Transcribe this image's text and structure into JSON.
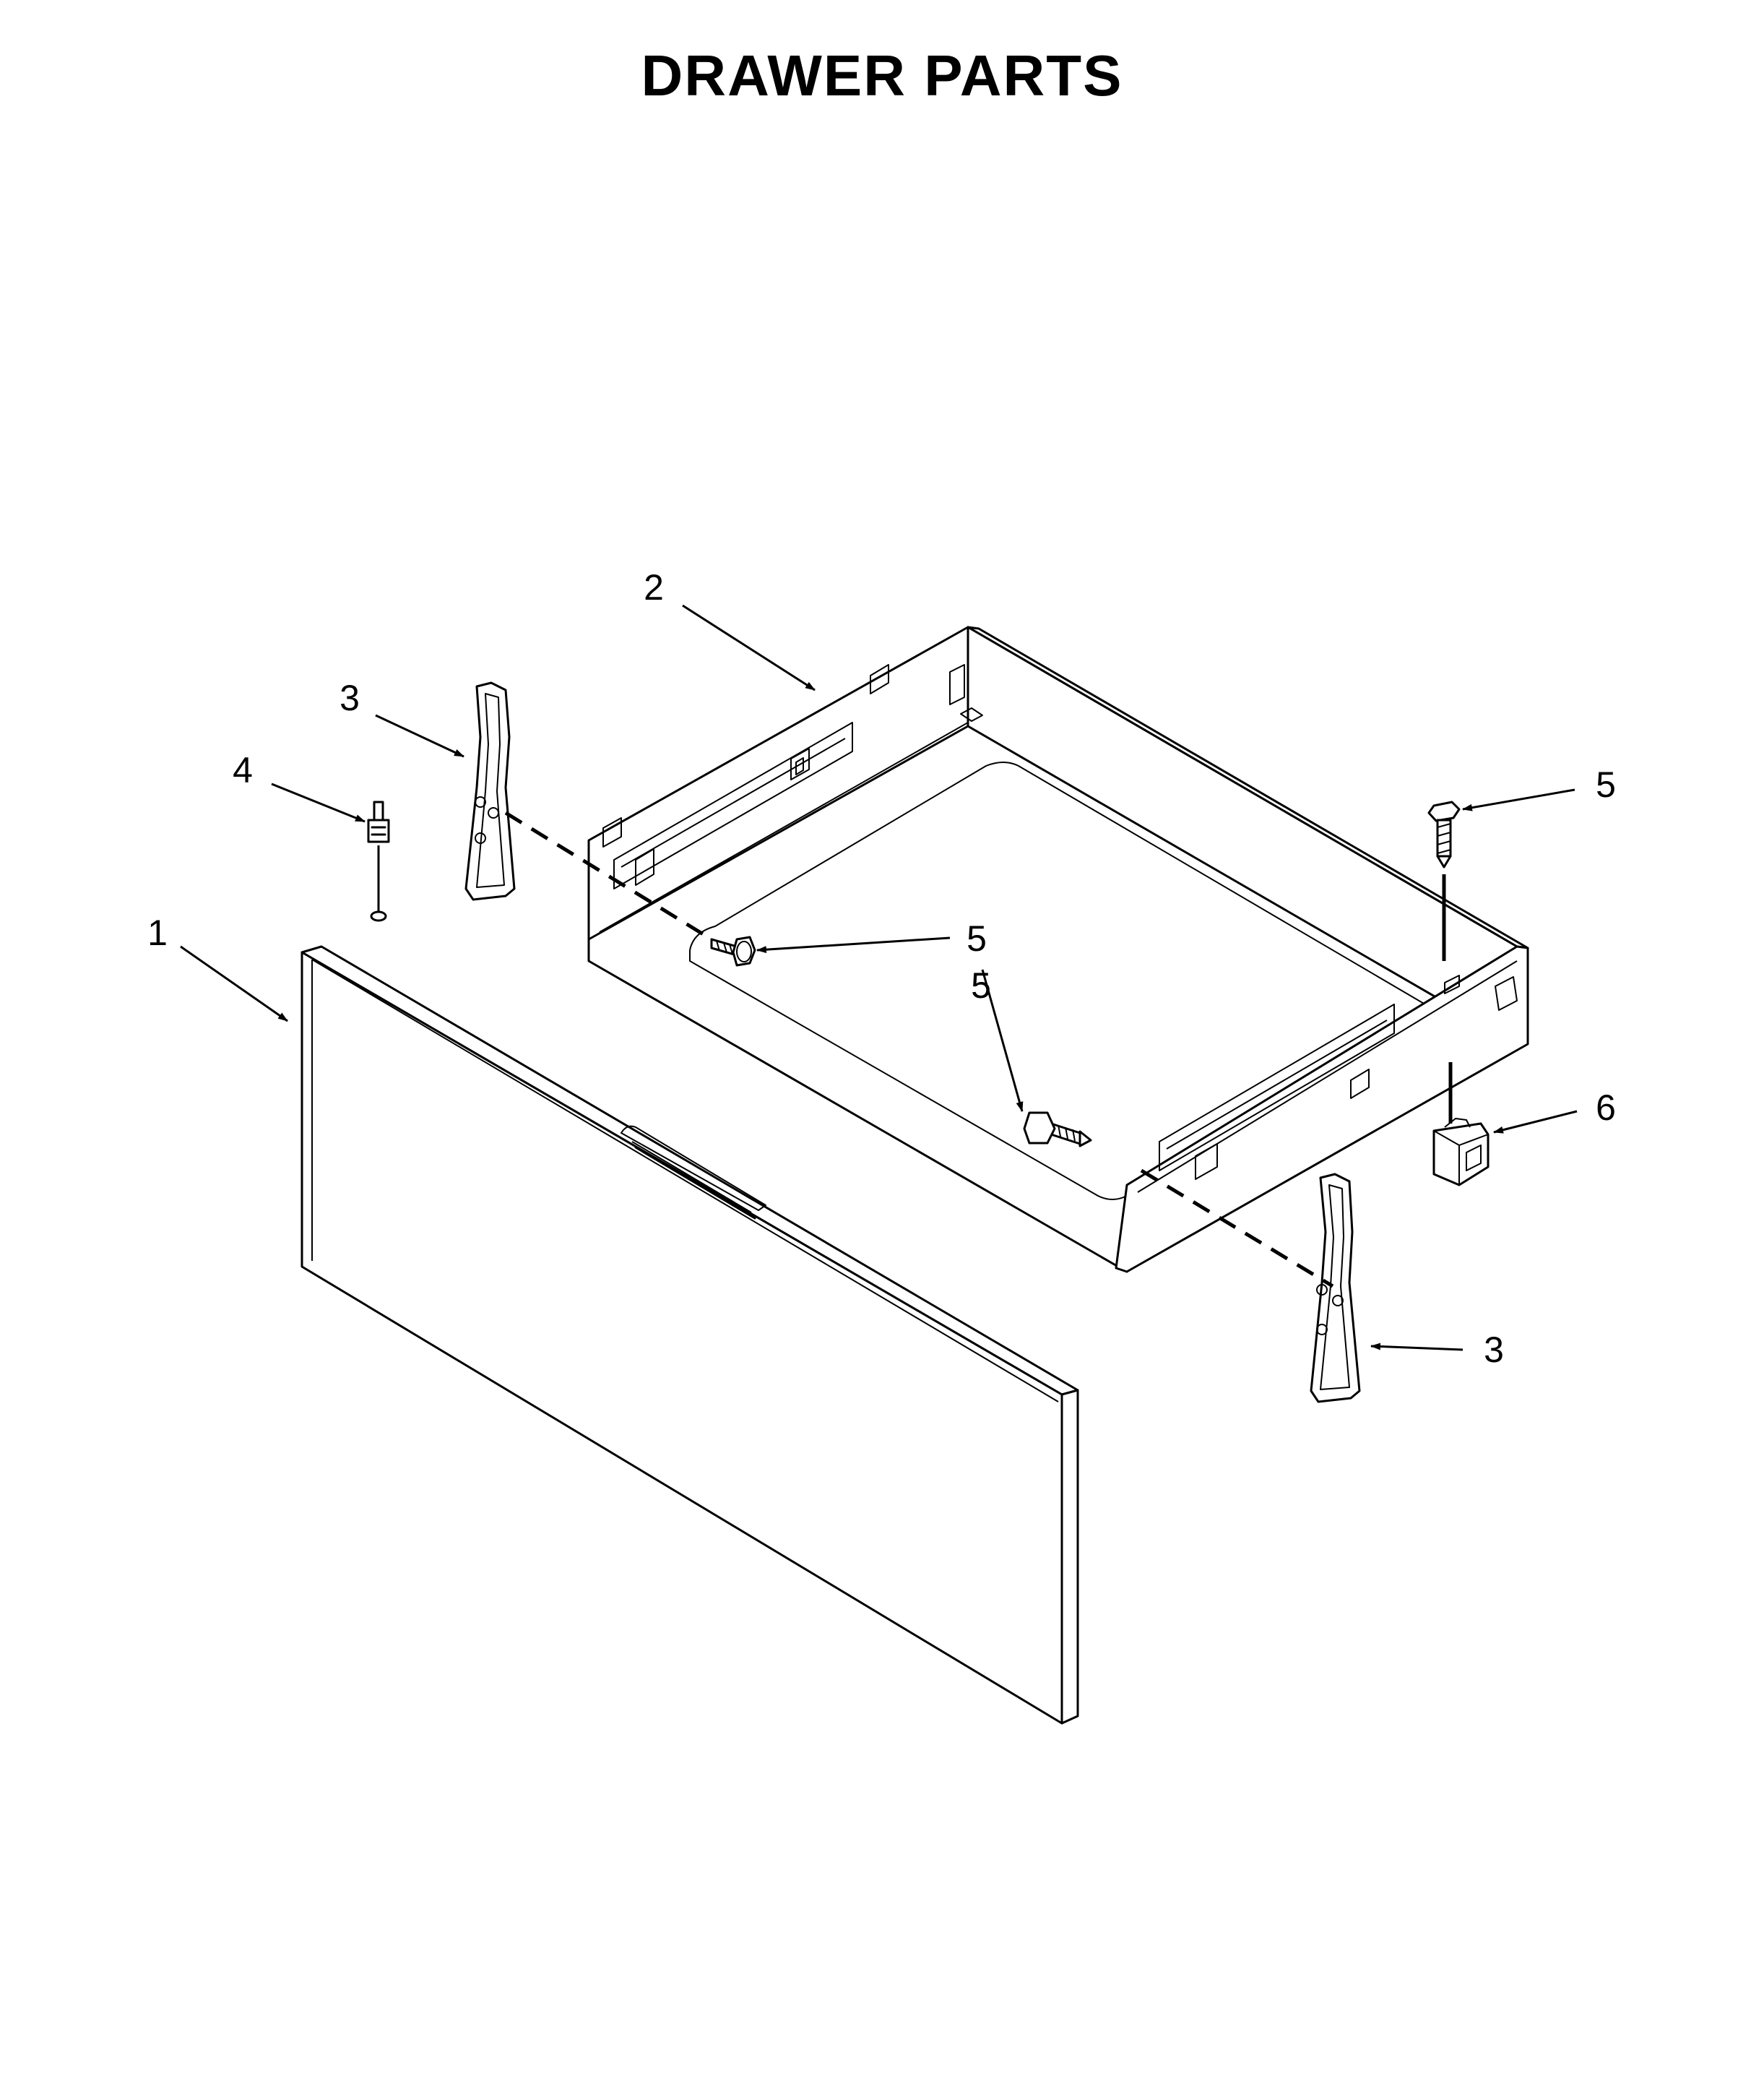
{
  "title": "DRAWER PARTS",
  "callouts": {
    "panel": "1",
    "drawer_body": "2",
    "glide_left": "3",
    "glide_right": "3",
    "rivet": "4",
    "screw_center": "5",
    "screw_front": "5",
    "screw_right": "5",
    "clip": "6"
  }
}
